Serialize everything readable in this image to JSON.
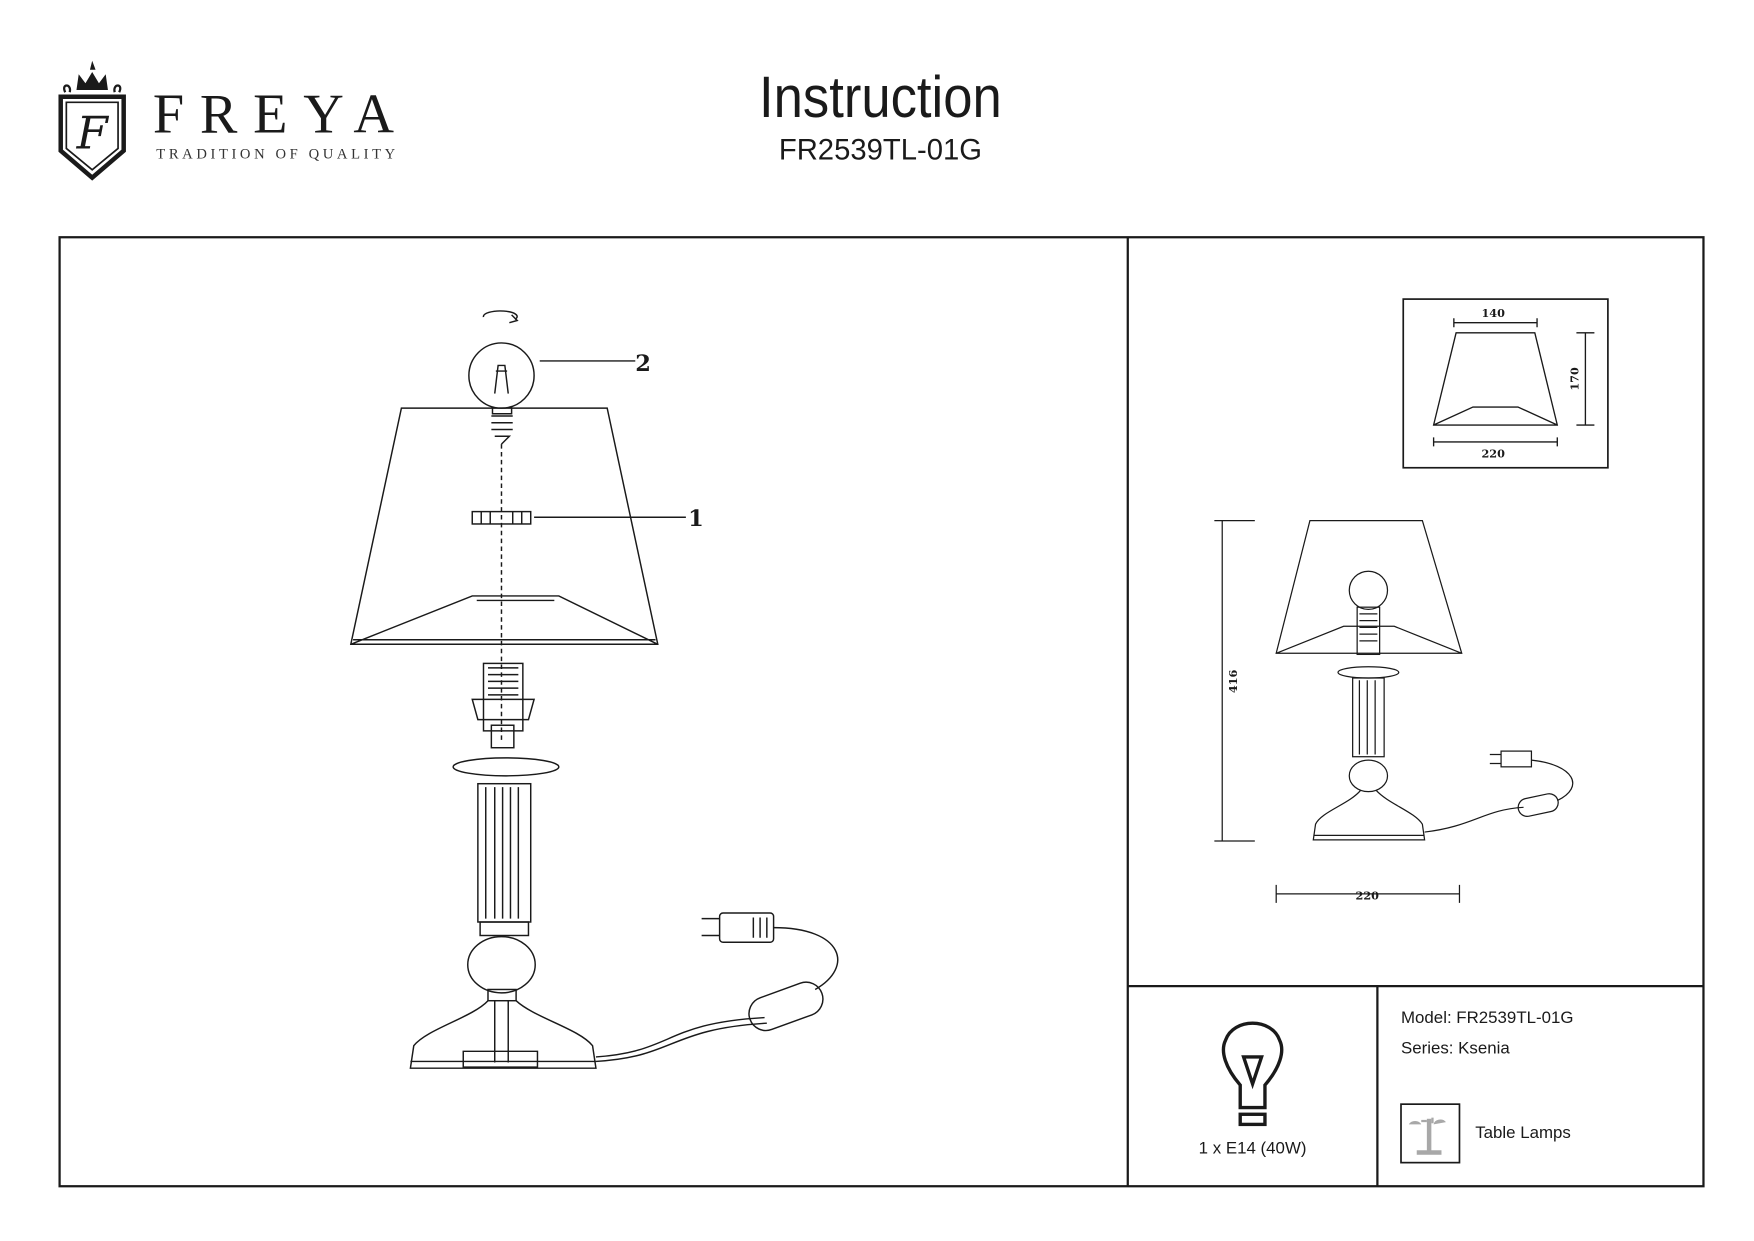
{
  "brand": {
    "name": "FREYA",
    "tagline": "TRADITION OF QUALITY",
    "monogram": "F"
  },
  "header": {
    "title": "Instruction",
    "model_code": "FR2539TL-01G"
  },
  "assembly": {
    "callouts": [
      {
        "number": "1"
      },
      {
        "number": "2"
      }
    ]
  },
  "dimensions": {
    "shade_top": "140",
    "shade_height": "170",
    "shade_bottom": "220",
    "total_height": "416",
    "base_width": "220"
  },
  "bulb": {
    "spec": "1 x E14 (40W)"
  },
  "info": {
    "model": "Model: FR2539TL-01G",
    "series": "Series: Ksenia",
    "category": "Table Lamps"
  },
  "colors": {
    "line": "#1a1a1a",
    "icon_gray": "#a8a8a8"
  }
}
